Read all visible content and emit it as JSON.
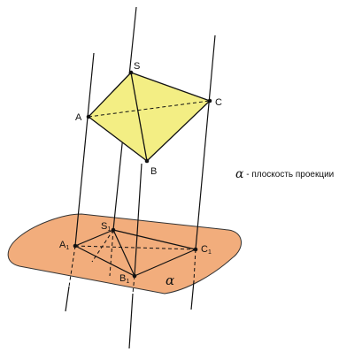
{
  "colors": {
    "tetrahedron_fill": "#f3ee84",
    "plane_fill": "#f2ad7c",
    "line": "#111111"
  },
  "labels": {
    "S": "S",
    "A": "A",
    "B": "B",
    "C": "C",
    "A1_main": "A",
    "A1_sub": "1",
    "B1_main": "B",
    "B1_sub": "1",
    "C1_main": "C",
    "C1_sub": "1",
    "S1_main": "S",
    "S1_sub": "1"
  },
  "plane_name": "α",
  "legend": {
    "symbol": "α",
    "text": " - плоскость проекции"
  }
}
